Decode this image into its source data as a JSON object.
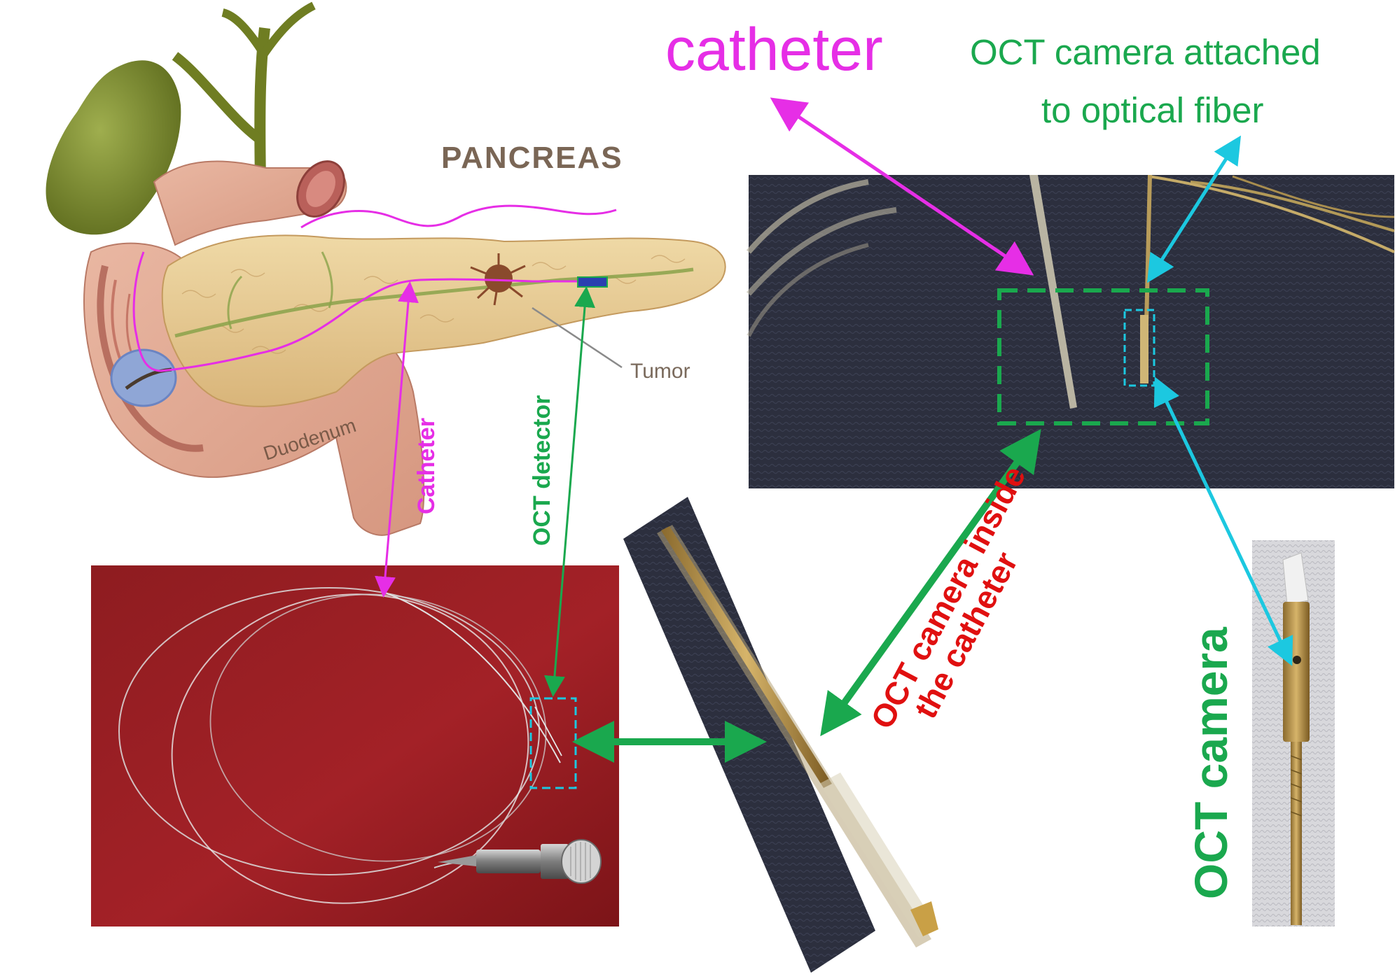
{
  "anatomy": {
    "title": "PANCREAS",
    "tumor_label": "Tumor",
    "duodenum_label": "Duodenum"
  },
  "labels": {
    "catheter_vertical": "Catheter",
    "oct_detector": "OCT detector",
    "catheter_top": "catheter",
    "oct_attached_line1": "OCT camera attached",
    "oct_attached_line2": "to optical fiber",
    "oct_inside_line1": "OCT camera inside",
    "oct_inside_line2": "the catheter",
    "oct_camera": "OCT camera"
  },
  "colors": {
    "magenta": "#e62ee6",
    "green": "#1aa84e",
    "cyan": "#1cc8e0",
    "red": "#e01010",
    "anatomy_text": "#8b6a52",
    "title_text": "#7a6655"
  }
}
